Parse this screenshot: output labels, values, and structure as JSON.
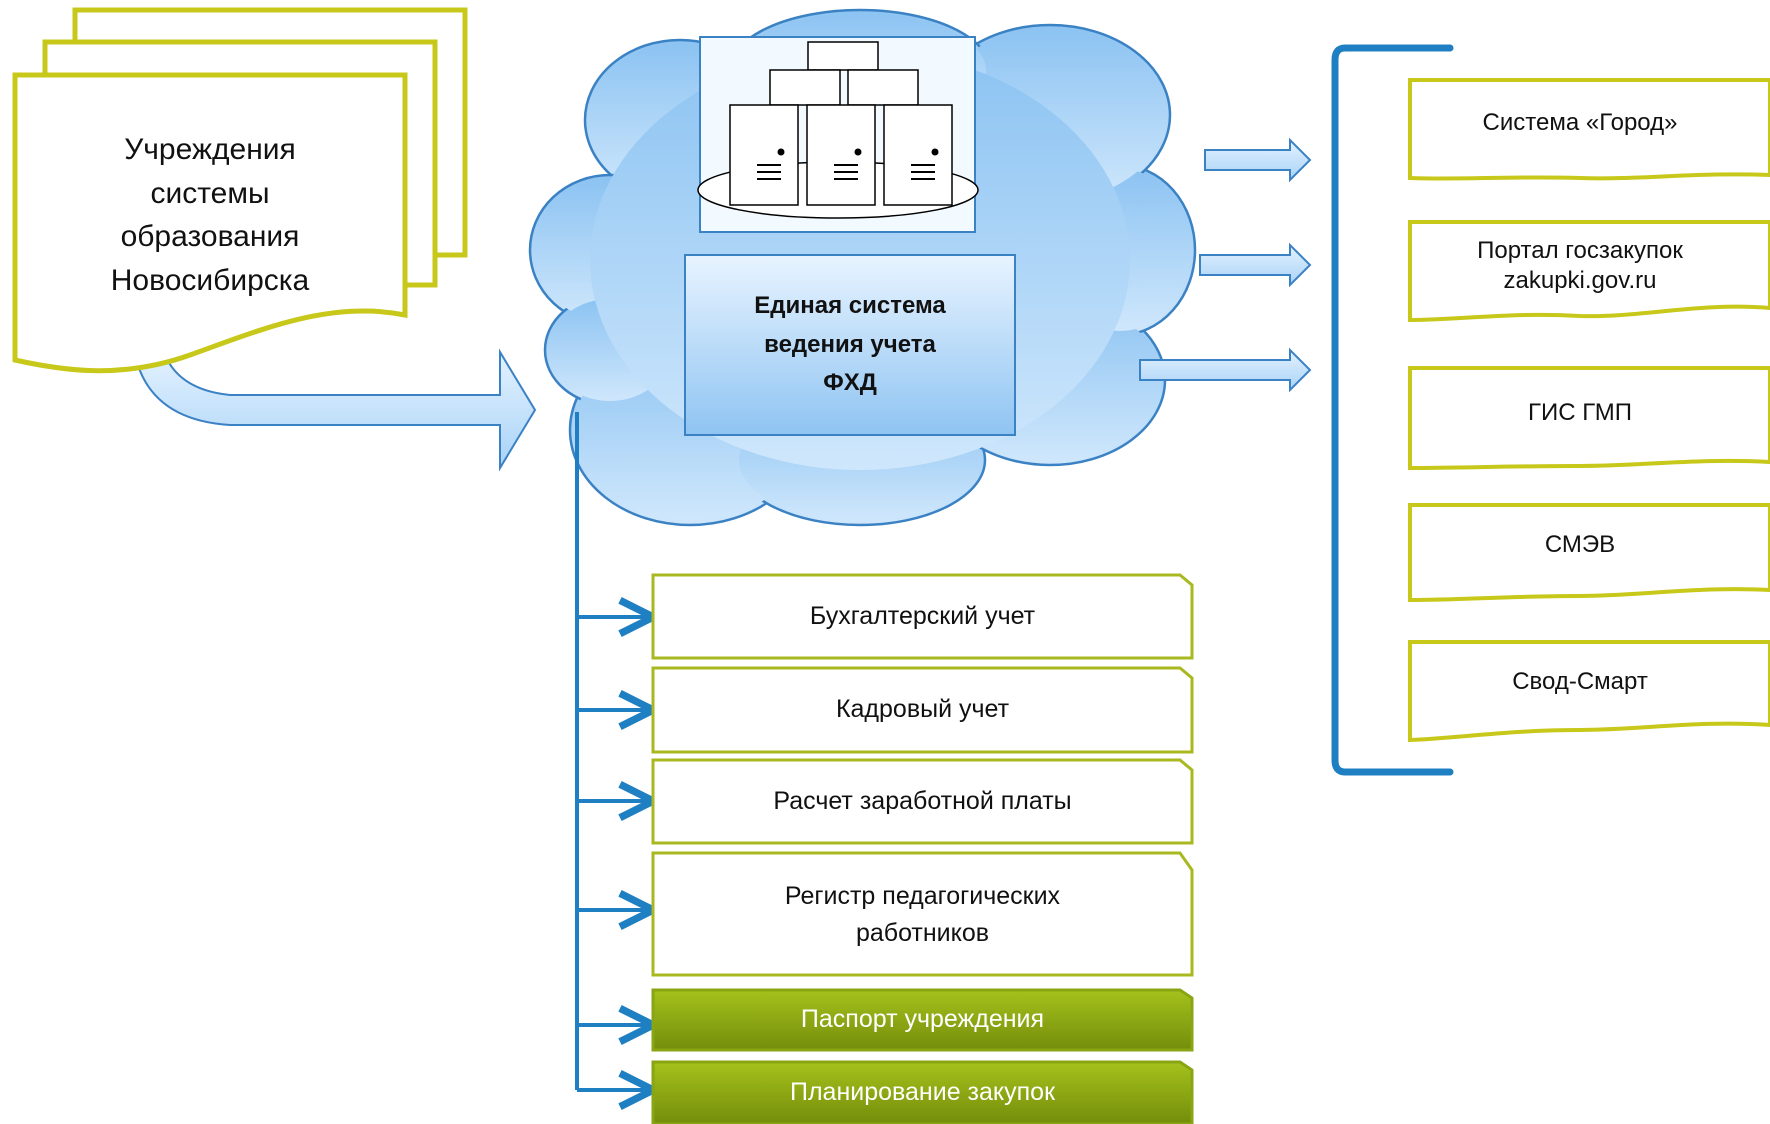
{
  "source": {
    "lines": [
      "Учреждения",
      "системы",
      "образования",
      "Новосибирска"
    ]
  },
  "core": {
    "lines": [
      "Единая система",
      "ведения учета",
      "ФХД"
    ]
  },
  "outputs": [
    {
      "lines": [
        "Система «Город»"
      ]
    },
    {
      "lines": [
        "Портал госзакупок",
        "zakupki.gov.ru"
      ]
    },
    {
      "lines": [
        "ГИС ГМП"
      ]
    },
    {
      "lines": [
        "СМЭВ"
      ]
    },
    {
      "lines": [
        "Свод-Смарт"
      ]
    }
  ],
  "modules": [
    {
      "lines": [
        "Бухгалтерский учет"
      ],
      "highlighted": false
    },
    {
      "lines": [
        "Кадровый учет"
      ],
      "highlighted": false
    },
    {
      "lines": [
        "Расчет заработной платы"
      ],
      "highlighted": false
    },
    {
      "lines": [
        "Регистр педагогических",
        "работников"
      ],
      "highlighted": false
    },
    {
      "lines": [
        "Паспорт учреждения"
      ],
      "highlighted": true
    },
    {
      "lines": [
        "Планирование закупок"
      ],
      "highlighted": true
    }
  ],
  "colors": {
    "doc_border": "#c7c81a",
    "cloud_fill": "#a9d3f7",
    "cloud_stroke": "#3b82c4",
    "arrow_fill": "#cfe6fb",
    "arrow_stroke": "#3b82c4",
    "connector": "#1f7fc3",
    "highlight_fill": "#8aa513"
  }
}
